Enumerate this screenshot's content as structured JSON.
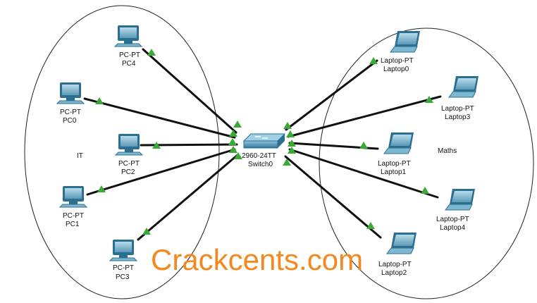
{
  "switch": {
    "model": "2960-24TT",
    "name": "Switch0"
  },
  "zones": {
    "left": "IT",
    "right": "Maths"
  },
  "pcs": [
    {
      "type": "PC-PT",
      "name": "PC4"
    },
    {
      "type": "PC-PT",
      "name": "PC0"
    },
    {
      "type": "PC-PT",
      "name": "PC2"
    },
    {
      "type": "PC-PT",
      "name": "PC1"
    },
    {
      "type": "PC-PT",
      "name": "PC3"
    }
  ],
  "laptops": [
    {
      "type": "Laptop-PT",
      "name": "Laptop0"
    },
    {
      "type": "Laptop-PT",
      "name": "Laptop3"
    },
    {
      "type": "Laptop-PT",
      "name": "Laptop1"
    },
    {
      "type": "Laptop-PT",
      "name": "Laptop4"
    },
    {
      "type": "Laptop-PT",
      "name": "Laptop2"
    }
  ],
  "watermark": "Crackcents.com",
  "colors": {
    "link": "#111111",
    "link_up": "#3aa935",
    "device": "#2b6f90",
    "device_light": "#7fb7d1",
    "watermark": "#f5871f"
  }
}
